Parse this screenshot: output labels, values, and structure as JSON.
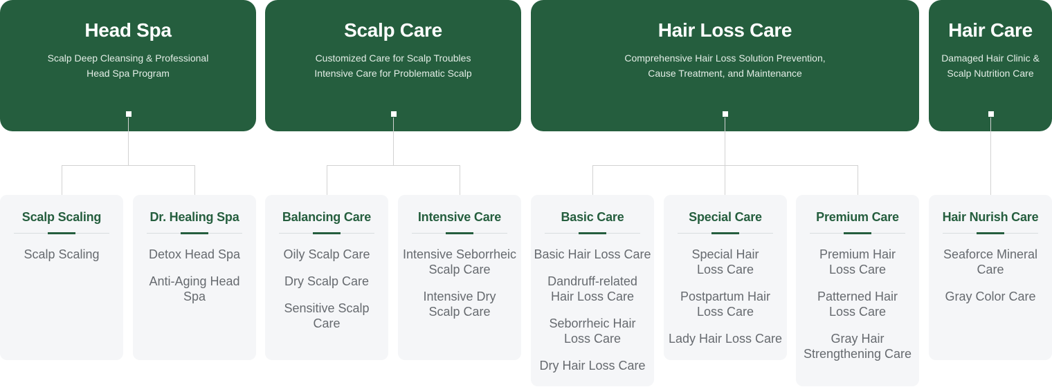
{
  "categories": [
    {
      "title": "Head Spa",
      "desc": [
        "Scalp Deep Cleansing & Professional",
        "Head Spa Program"
      ],
      "subs": [
        {
          "title": "Scalp Scaling",
          "items": [
            [
              "Scalp Scaling"
            ]
          ]
        },
        {
          "title": "Dr. Healing Spa",
          "items": [
            [
              "Detox Head Spa"
            ],
            [
              "Anti-Aging Head",
              "Spa"
            ]
          ]
        }
      ]
    },
    {
      "title": "Scalp Care",
      "desc": [
        "Customized Care for Scalp Troubles",
        "Intensive Care for Problematic Scalp"
      ],
      "subs": [
        {
          "title": "Balancing Care",
          "items": [
            [
              "Oily Scalp Care"
            ],
            [
              "Dry Scalp Care"
            ],
            [
              "Sensitive Scalp",
              "Care"
            ]
          ]
        },
        {
          "title": "Intensive Care",
          "items": [
            [
              "Intensive Seborrheic",
              "Scalp Care"
            ],
            [
              "Intensive Dry",
              "Scalp Care"
            ]
          ]
        }
      ]
    },
    {
      "title": "Hair Loss Care",
      "desc": [
        "Comprehensive Hair Loss Solution Prevention,",
        "Cause Treatment, and Maintenance"
      ],
      "subs": [
        {
          "title": "Basic Care",
          "items": [
            [
              "Basic Hair Loss Care"
            ],
            [
              "Dandruff-related",
              "Hair Loss Care"
            ],
            [
              "Seborrheic Hair",
              "Loss Care"
            ],
            [
              "Dry Hair Loss Care"
            ]
          ]
        },
        {
          "title": "Special Care",
          "items": [
            [
              "Special Hair",
              "Loss Care"
            ],
            [
              "Postpartum Hair",
              "Loss Care"
            ],
            [
              "Lady Hair Loss Care"
            ]
          ]
        },
        {
          "title": "Premium Care",
          "items": [
            [
              "Premium Hair",
              "Loss Care"
            ],
            [
              "Patterned Hair",
              "Loss Care"
            ],
            [
              "Gray Hair",
              "Strengthening Care"
            ]
          ]
        }
      ]
    },
    {
      "title": "Hair Care",
      "desc": [
        "Damaged Hair Clinic &",
        "Scalp Nutrition Care"
      ],
      "subs": [
        {
          "title": "Hair Nurish Care",
          "items": [
            [
              "Seaforce Mineral",
              "Care"
            ],
            [
              "Gray Color Care"
            ]
          ]
        }
      ]
    }
  ],
  "colors": {
    "brand": "#255e3e",
    "card": "#f5f6f8",
    "text": "#666a6f",
    "line": "#d2d2d2"
  }
}
